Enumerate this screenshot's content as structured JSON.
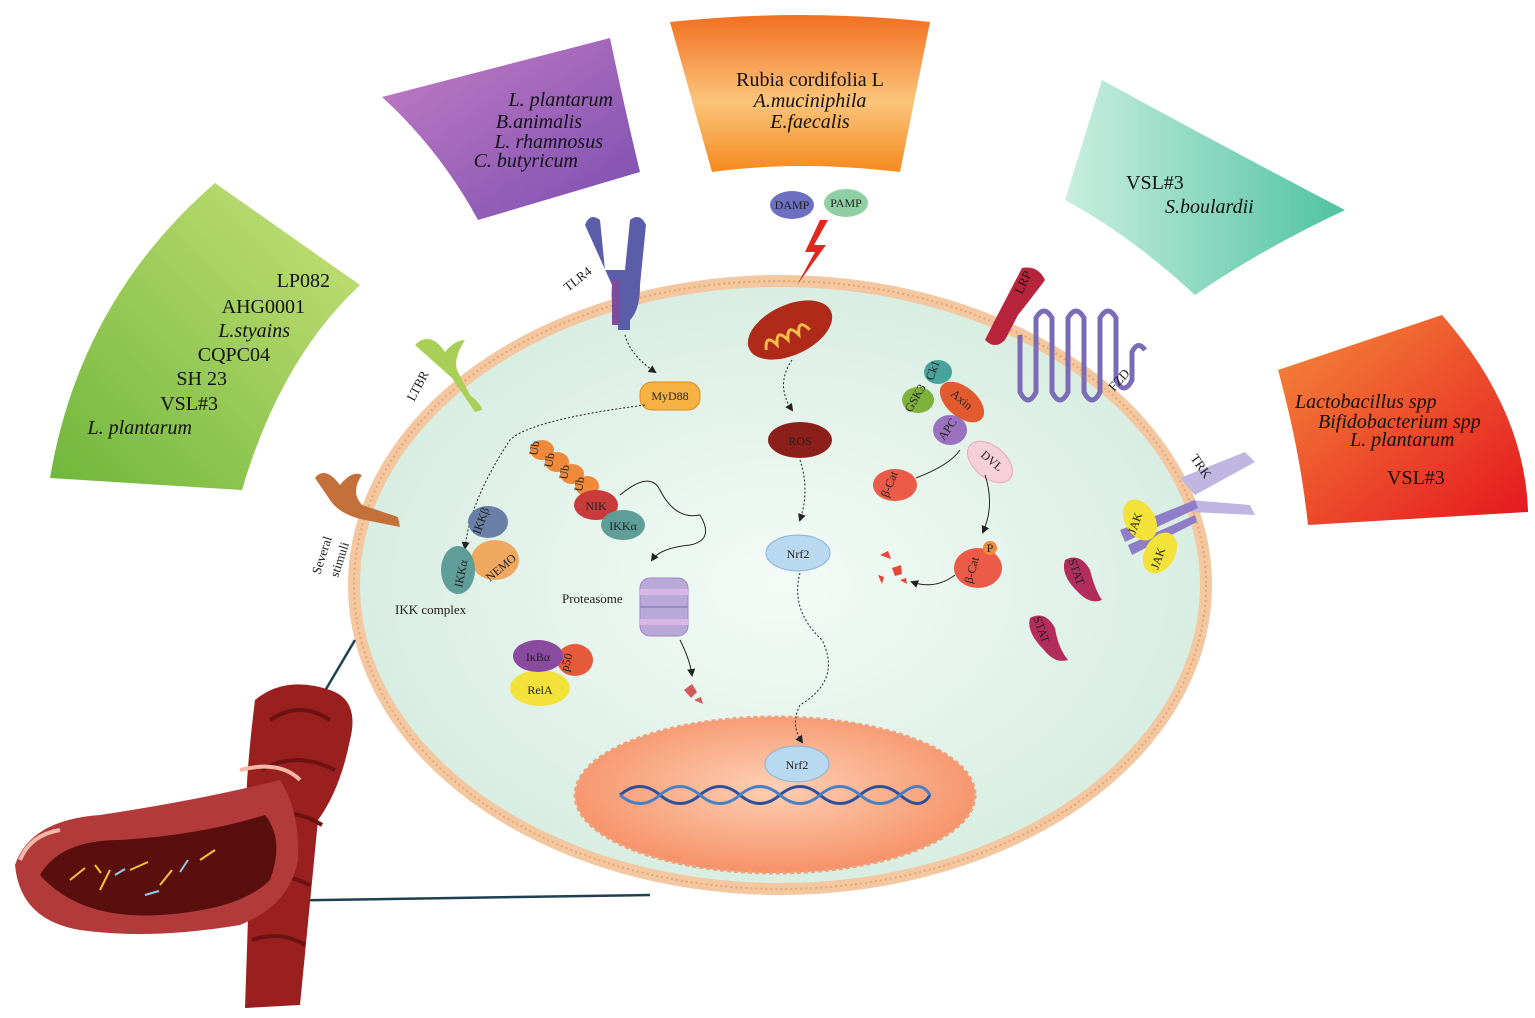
{
  "panels": {
    "green": {
      "lines": [
        {
          "text": "LP082",
          "italic": false
        },
        {
          "text": "AHG0001",
          "italic": false
        },
        {
          "text": "L.styains",
          "italic": true
        },
        {
          "text": "CQPC04",
          "italic": false
        },
        {
          "text": "SH 23",
          "italic": false
        },
        {
          "text": "VSL#3",
          "italic": false
        },
        {
          "text": "L. plantarum",
          "italic": true
        }
      ]
    },
    "purple": {
      "lines": [
        {
          "text": "L. plantarum",
          "italic": true
        },
        {
          "text": "B.animalis",
          "italic": true
        },
        {
          "text": "L. rhamnosus",
          "italic": true
        },
        {
          "text": "C. butyricum",
          "italic": true
        }
      ]
    },
    "orange": {
      "lines": [
        {
          "text": "Rubia cordifolia L",
          "italic": false
        },
        {
          "text": "A.muciniphila",
          "italic": true
        },
        {
          "text": "E.faecalis",
          "italic": true
        }
      ]
    },
    "teal": {
      "lines": [
        {
          "text": "VSL#3",
          "italic": false
        },
        {
          "text": "S.boulardii",
          "italic": true
        }
      ]
    },
    "red": {
      "lines": [
        {
          "text": "Lactobacillus spp",
          "italic": true
        },
        {
          "text": "Bifidobacterium spp",
          "italic": true
        },
        {
          "text": "L. plantarum",
          "italic": true
        },
        {
          "text": "VSL#3",
          "italic": false
        }
      ]
    }
  },
  "receptors": {
    "tlr4": "TLR4",
    "ltbr": "LTBR",
    "lrp": "LRP",
    "fzd": "FZD",
    "trk": "TRK",
    "several_stimuli_1": "Several",
    "several_stimuli_2": "stimuli"
  },
  "signals": {
    "damp": "DAMP",
    "pamp": "PAMP"
  },
  "nodes": {
    "myd88": "MyD88",
    "ikka": "IKKα",
    "ikkb": "IKKβ",
    "nemo": "NEMO",
    "ikk_complex": "IKK complex",
    "ub": "Ub",
    "nik": "NIK",
    "ikka2": "IKKα",
    "proteasome": "Proteasome",
    "ikba": "IκBα",
    "p50": "p50",
    "rela": "RelA",
    "ros": "ROS",
    "nrf2": "Nrf2",
    "nrf2_nucleus": "Nrf2",
    "ck1": "Ck1",
    "gsk3": "GSK3",
    "axin": "Axin",
    "apc": "APC",
    "dvl": "DVL",
    "bcat": "β-Cat",
    "bcat_p": "β-Cat",
    "p": "P",
    "jak": "JAK",
    "stat": "STAT"
  },
  "colors": {
    "green_panel": "#8cc63f",
    "purple_panel": "#8e5bb5",
    "orange_panel": "#f7941d",
    "teal_panel": "#6fcfae",
    "red_panel": "#ee3b24",
    "cell_fill": "#e2f2ea",
    "membrane": "#f2b98a",
    "nucleus": "#f7a07a",
    "colon": "#8e1b1b"
  }
}
